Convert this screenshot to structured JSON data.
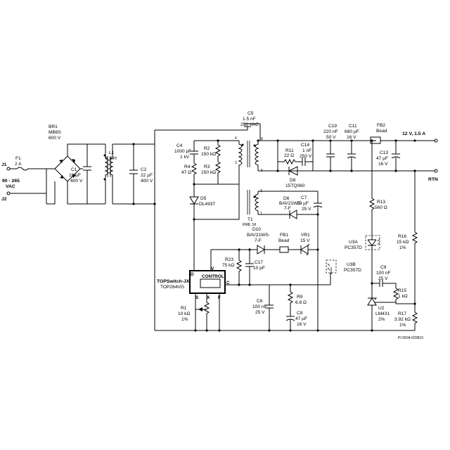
{
  "input": {
    "j1": "J1",
    "j2": "J2",
    "voltage": "90 - 265",
    "vac": "VAC"
  },
  "components": {
    "f1": {
      "ref": "F1",
      "value": "2 A"
    },
    "br1": {
      "ref": "BR1",
      "part": "MB6S",
      "value": "600 V"
    },
    "c1": {
      "ref": "C1",
      "value": "10 µF",
      "rating": "400 V"
    },
    "l1": {
      "ref": "L1",
      "value": "8 mH"
    },
    "c2": {
      "ref": "C2",
      "value": "22 µF",
      "rating": "400 V"
    },
    "c4": {
      "ref": "C4",
      "value": "1000 pF",
      "rating": "1 kV"
    },
    "r2": {
      "ref": "R2",
      "value": "150 kΩ"
    },
    "r3": {
      "ref": "R3",
      "value": "150 kΩ"
    },
    "r4": {
      "ref": "R4",
      "value": "47 Ω"
    },
    "d5": {
      "ref": "D5",
      "part": "DL4937"
    },
    "c5": {
      "ref": "C5",
      "value": "1.5 nF",
      "rating": "250 VAC"
    },
    "t1": {
      "ref": "T1",
      "core": "RM8, S/I"
    },
    "r11": {
      "ref": "R11",
      "value": "22 Ω"
    },
    "c14": {
      "ref": "C14",
      "value": "1 nF",
      "rating": "250 V"
    },
    "d8": {
      "ref": "D8",
      "part": "15TQ060"
    },
    "c19": {
      "ref": "C19",
      "value": "220 nF",
      "rating": "50 V"
    },
    "c11": {
      "ref": "C11",
      "value": "680 µF",
      "rating": "16 V"
    },
    "fb2": {
      "ref": "FB2",
      "part": "Bead"
    },
    "c13": {
      "ref": "C13",
      "value": "47 µF",
      "rating": "16 V"
    },
    "d6": {
      "ref": "D6",
      "part": "BAV21WS-",
      "part2": "7-F"
    },
    "c7": {
      "ref": "C7",
      "value": "10 µF",
      "rating": "25 V"
    },
    "r13": {
      "ref": "R13",
      "value": "560 Ω"
    },
    "d10": {
      "ref": "D10",
      "part": "BAV21WS-",
      "part2": "7-F"
    },
    "fb1": {
      "ref": "FB1",
      "part": "Bead"
    },
    "vr1": {
      "ref": "VR1",
      "value": "15 V"
    },
    "u3a": {
      "ref": "U3A",
      "part": "PC357D"
    },
    "u3b": {
      "ref": "U3B",
      "part": "PC357D"
    },
    "r16": {
      "ref": "R16",
      "value": "15 kΩ",
      "tol": "1%"
    },
    "r23": {
      "ref": "R23",
      "value": "75 kΩ"
    },
    "c17": {
      "ref": "C17",
      "value": "10 pF"
    },
    "u1": {
      "title": "TOPSwitch-JX",
      "part": "TOP264VG",
      "control": "CONTROL"
    },
    "c9": {
      "ref": "C9",
      "value": "100 nF",
      "rating": "25 V"
    },
    "r15": {
      "ref": "R15",
      "value": "1 kΩ"
    },
    "r1": {
      "ref": "R1",
      "value": "10 kΩ",
      "tol": "1%"
    },
    "c6": {
      "ref": "C6",
      "value": "100 nF",
      "rating": "25 V"
    },
    "r9": {
      "ref": "R9",
      "value": "6.8 Ω"
    },
    "c8": {
      "ref": "C8",
      "value": "47 µF",
      "rating": "16 V"
    },
    "u2": {
      "ref": "U2",
      "part": "LM431",
      "tol": "2%"
    },
    "r17": {
      "ref": "R17",
      "value": "3.92 kΩ",
      "tol": "1%"
    }
  },
  "pins": {
    "d": "D",
    "v": "V",
    "c": "C",
    "s": "S",
    "x": "X",
    "f": "F"
  },
  "winding_pins": {
    "p1": "1",
    "p2": "2",
    "p3": "3",
    "p4": "4",
    "p5": "5",
    "p8": "8"
  },
  "output": {
    "voltage": "12 V, 1.5 A",
    "return": "RTN"
  },
  "drawing_id": "PI-5604-020810"
}
